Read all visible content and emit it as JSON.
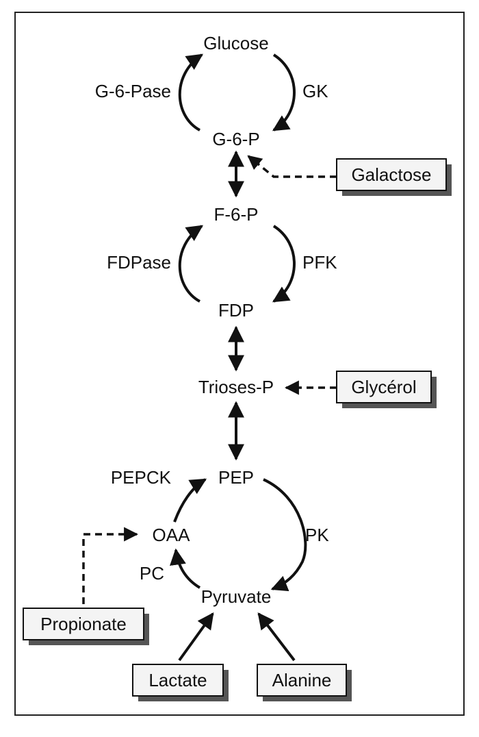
{
  "diagram": {
    "metabolites": {
      "glucose": "Glucose",
      "g6p": "G-6-P",
      "f6p": "F-6-P",
      "fdp": "FDP",
      "trioses_p": "Trioses-P",
      "pep": "PEP",
      "oaa": "OAA",
      "pyruvate": "Pyruvate"
    },
    "enzymes": {
      "g6pase": "G-6-Pase",
      "gk": "GK",
      "fdpase": "FDPase",
      "pfk": "PFK",
      "pepck": "PEPCK",
      "pk": "PK",
      "pc": "PC"
    },
    "substrates": {
      "galactose": "Galactose",
      "glycerol": "Glycérol",
      "propionate": "Propionate",
      "lactate": "Lactate",
      "alanine": "Alanine"
    },
    "colors": {
      "ink": "#111111",
      "box_fill": "#f4f4f4",
      "box_shadow": "#555555",
      "frame": "#222222"
    }
  }
}
